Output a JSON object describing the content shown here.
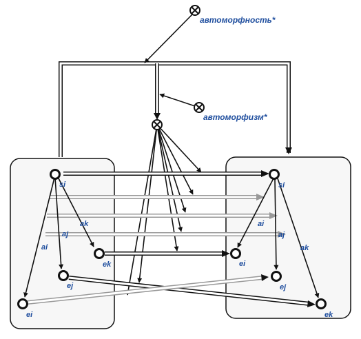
{
  "diagram": {
    "labels": {
      "automorphicity": "автоморфность*",
      "automorphism": "автоморфизм*",
      "left_si": "si",
      "left_ei": "ei",
      "left_ej": "ej",
      "left_ek": "ek",
      "left_ai": "ai",
      "left_aj": "aj",
      "left_ak": "ak",
      "right_si": "si",
      "right_ei": "ei",
      "right_ej": "ej",
      "right_ek": "ek",
      "right_ai": "ai",
      "right_aj": "aj",
      "right_ak": "ak"
    },
    "colors": {
      "label": "#1f4e9e",
      "line": "#111111",
      "gray_line": "#999999",
      "panel_fill": "#f7f7f7"
    }
  }
}
